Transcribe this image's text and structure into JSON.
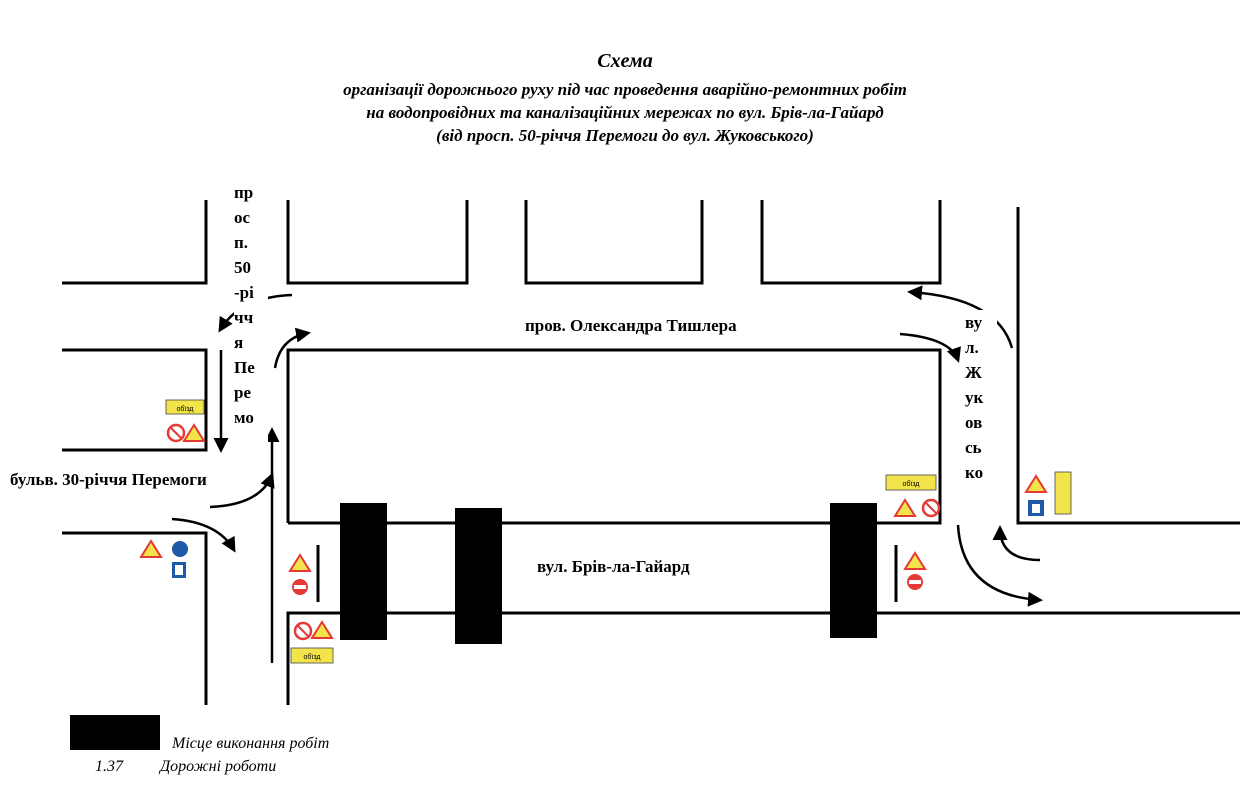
{
  "title": {
    "line1": "Схема",
    "line2": "організації дорожнього руху під час проведення аварійно-ремонтних робіт",
    "line3": "на водопровідних та каналізаційних мережах по вул. Брів-ла-Гайард",
    "line4": "(від просп. 50-річчя Перемоги до вул. Жуковського)"
  },
  "streets": {
    "tishler": "пров. Олександра Тишлера",
    "bulvar": "бульв. 30-річчя Перемоги",
    "briv": "вул. Брів-ла-Гайард",
    "prosp_lines": [
      "пр",
      "ос",
      "п.",
      "50",
      "-рі",
      "чч",
      "я",
      "Пе",
      "ре",
      "мо"
    ],
    "zhuk_lines": [
      "ву",
      "л.",
      "Ж",
      "ук",
      "ов",
      "сь",
      "ко"
    ]
  },
  "work_sites_count": 3,
  "signs": {
    "detour_label": "обїзд",
    "sign_codes": [
      "5.57.1",
      "1.37",
      "3.1",
      "4.1.2",
      "5.57.2",
      "5.61"
    ]
  },
  "legend": {
    "work_place": "Місце виконання робіт",
    "code": "1.37",
    "road_works": "Дорожні роботи"
  },
  "colors": {
    "line": "#000000",
    "work_block": "#000000",
    "sign_yellow": "#f2e44a",
    "sign_red": "#e53935",
    "sign_blue": "#1e5aa8"
  }
}
